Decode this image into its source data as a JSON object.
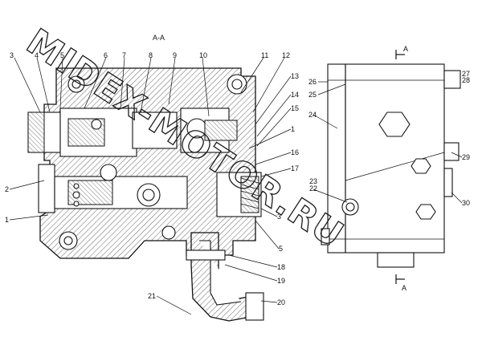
{
  "section_title": "А-А",
  "view_marker": "А",
  "watermark": "MIDEX-MOTOR.RU",
  "callouts": {
    "c1": "1",
    "c1b": "1",
    "c2": "2",
    "c3": "3",
    "c3b": "3",
    "c4": "4",
    "c5": "5",
    "c5b": "5",
    "c6": "6",
    "c7": "7",
    "c8": "8",
    "c9": "9",
    "c10": "10",
    "c11": "11",
    "c12": "12",
    "c13": "13",
    "c14": "14",
    "c15": "15",
    "c16": "16",
    "c17": "17",
    "c18": "18",
    "c19": "19",
    "c20": "20",
    "c21": "21",
    "c22": "22",
    "c23": "23",
    "c24": "24",
    "c25": "25",
    "c26": "26",
    "c27": "27",
    "c28": "28",
    "c29": "29",
    "c30": "30"
  }
}
